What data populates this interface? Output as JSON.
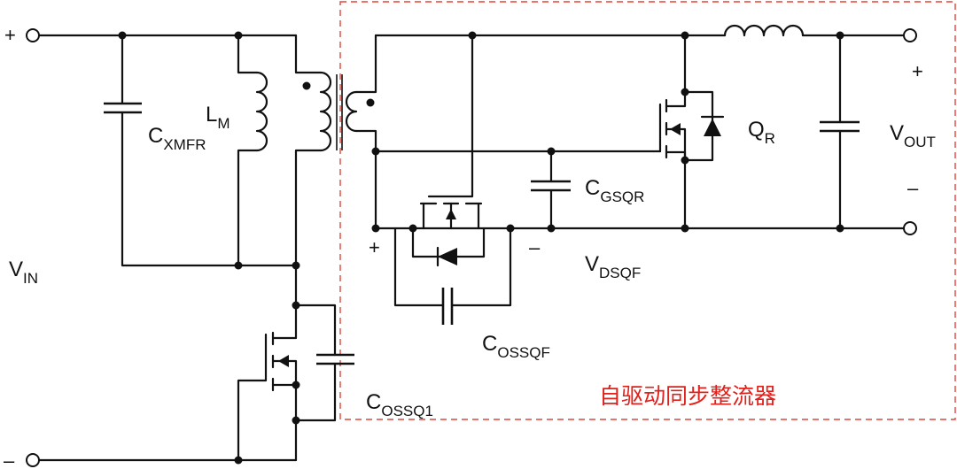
{
  "labels": {
    "vin": {
      "main": "V",
      "sub": "IN"
    },
    "vout": {
      "main": "V",
      "sub": "OUT"
    },
    "cxmfr": {
      "main": "C",
      "sub": "XMFR"
    },
    "lm": {
      "main": "L",
      "sub": "M"
    },
    "qr": {
      "main": "Q",
      "sub": "R"
    },
    "cgsqr": {
      "main": "C",
      "sub": "GSQR"
    },
    "vdsqf": {
      "main": "V",
      "sub": "DSQF"
    },
    "cossqf": {
      "main": "C",
      "sub": "OSSQF"
    },
    "cossq1": {
      "main": "C",
      "sub": "OSSQ1"
    }
  },
  "signs": {
    "input_plus": "+",
    "input_minus": "–",
    "output_plus": "+",
    "output_minus": "–",
    "vdsqf_plus": "+",
    "vdsqf_minus": "–"
  },
  "region_caption": "自驱动同步整流器",
  "colors": {
    "wire": "#111111",
    "region_border": "#e0453a",
    "region_caption": "#e0201a",
    "background": "#ffffff"
  }
}
